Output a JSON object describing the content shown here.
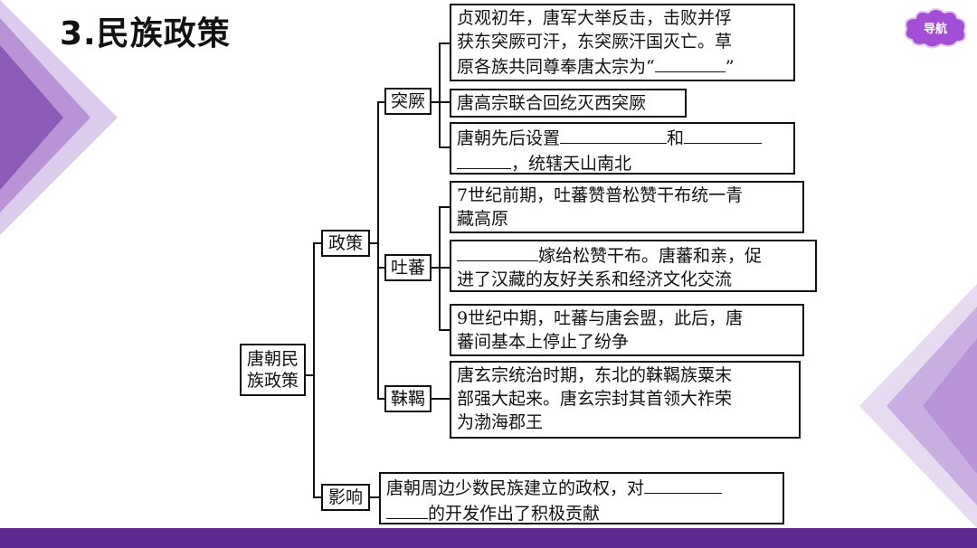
{
  "page_title": "3.民族政策",
  "nav_button": {
    "label": "导航"
  },
  "root": {
    "line1": "唐朝民",
    "line2": "族政策"
  },
  "branches": {
    "policy": "政策",
    "influence": "影响"
  },
  "groups": {
    "tujue": "突厥",
    "tubo": "吐蕃",
    "mohe": "靺鞨"
  },
  "tujue_items": {
    "item1": {
      "line1": "贞观初年，唐军大举反击，击败并俘",
      "line2": "获东突厥可汗，东突厥汗国灭亡。草",
      "line3a": "原各族共同尊奉唐太宗为“",
      "line3b": "”"
    },
    "item2": {
      "line1": "唐高宗联合回纥灭西突厥"
    },
    "item3": {
      "line1a": "唐朝先后设置",
      "line1b": "和",
      "line2b": "，统辖天山南北"
    }
  },
  "tubo_items": {
    "item1": {
      "line1": "7世纪前期，吐蕃赞普松赞干布统一青",
      "line2": "藏高原"
    },
    "item2": {
      "line1b": "嫁给松赞干布。唐蕃和亲，促",
      "line2": "进了汉藏的友好关系和经济文化交流"
    },
    "item3": {
      "line1": "9世纪中期，吐蕃与唐会盟，此后，唐",
      "line2": "蕃间基本上停止了纷争"
    }
  },
  "mohe_items": {
    "item1": {
      "line1": "唐玄宗统治时期，东北的靺鞨族粟末",
      "line2": "部强大起来。唐玄宗封其首领大祚荣",
      "line3": "为渤海郡王"
    }
  },
  "influence_item": {
    "line1": "唐朝周边少数民族建立的政权，对",
    "line2b": "的开发作出了积极贡献"
  },
  "colors": {
    "accent_purple": "#5f2a8f",
    "light_purple": "#b894d6",
    "nav_purple": "#a24fd6"
  }
}
